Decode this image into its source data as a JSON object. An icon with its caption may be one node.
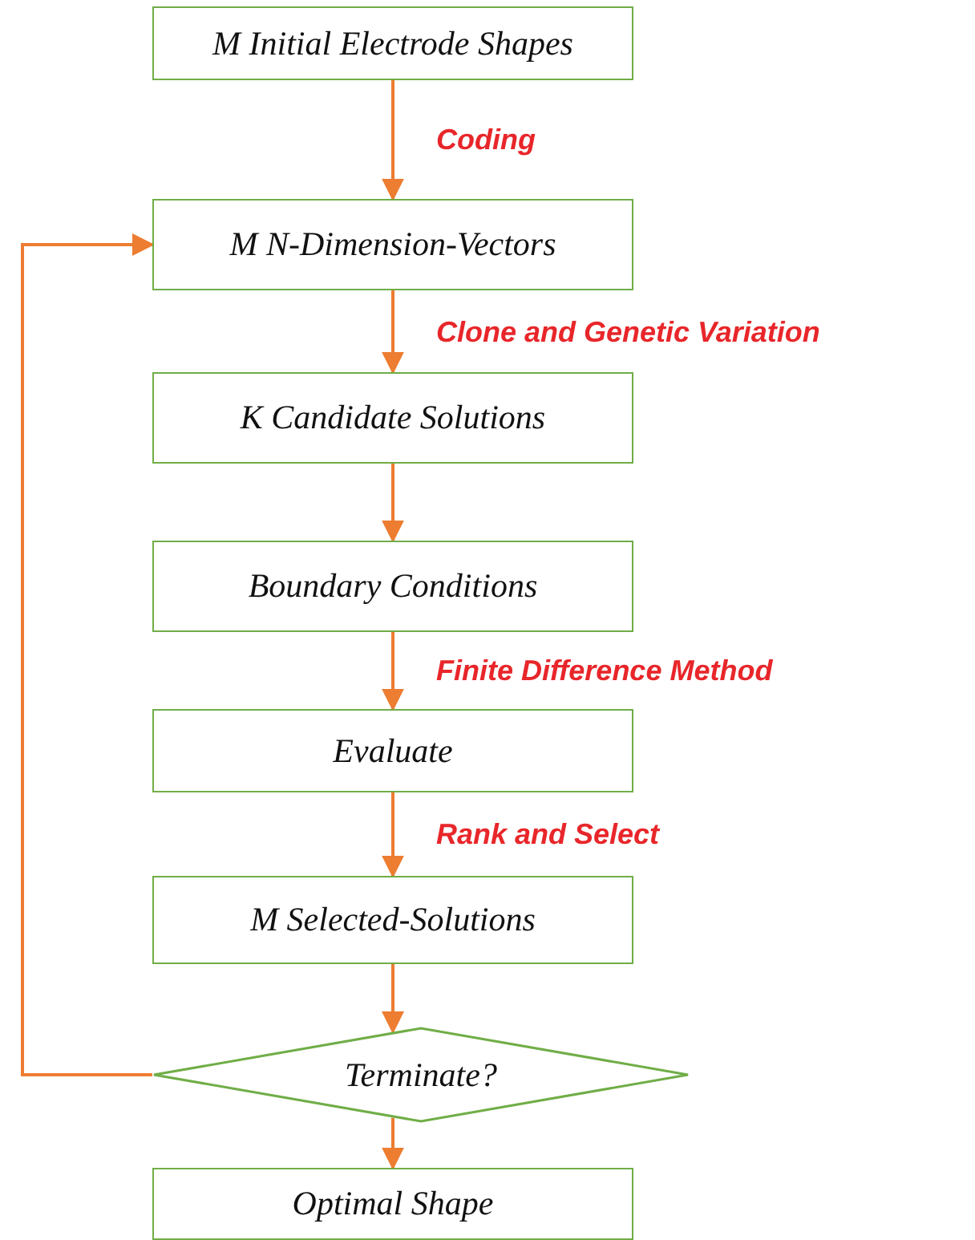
{
  "diagram": {
    "nodes": [
      {
        "text": [
          "M Initial Electrode Shapes"
        ]
      },
      {
        "text": [
          "M N-Dimension-Vectors"
        ]
      },
      {
        "text": [
          "K Candidate Solutions"
        ]
      },
      {
        "text": [
          "Boundary Conditions"
        ]
      },
      {
        "text": [
          "Evaluate"
        ]
      },
      {
        "text": [
          "M Selected-Solutions"
        ]
      },
      {
        "text": [
          "Terminate?"
        ]
      },
      {
        "text": [
          "Optimal Shape"
        ]
      }
    ],
    "edges": [
      {
        "from": 0,
        "to": 1,
        "arrow": "to",
        "label": "Coding"
      },
      {
        "from": 1,
        "to": 2,
        "arrow": "to",
        "label": "Clone and Genetic Variation"
      },
      {
        "from": 2,
        "to": 3,
        "arrow": "to"
      },
      {
        "from": 3,
        "to": 4,
        "arrow": "to",
        "label": "Finite Difference Method"
      },
      {
        "from": 4,
        "to": 5,
        "arrow": "to",
        "label": "Rank and Select"
      },
      {
        "from": 5,
        "to": 6,
        "arrow": "to"
      },
      {
        "from": 6,
        "to": 1,
        "arrow": "to"
      },
      {
        "from": 6,
        "to": 7,
        "arrow": "to"
      }
    ]
  }
}
